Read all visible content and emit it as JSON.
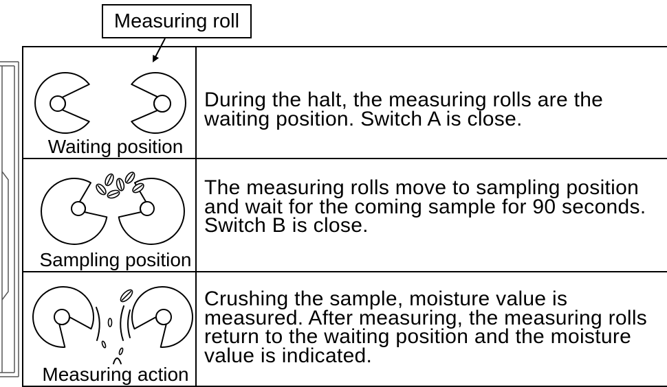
{
  "callout": {
    "label": "Measuring roll"
  },
  "rows": [
    {
      "caption": "Waiting position",
      "description_lines": [
        "During the halt, the measuring rolls are the",
        "waiting position. Switch A is close."
      ]
    },
    {
      "caption": "Sampling position",
      "description_lines": [
        "The measuring rolls move to sampling position",
        "and wait for the coming sample for 90 seconds.",
        "Switch B is close."
      ]
    },
    {
      "caption": "Measuring action",
      "description_lines": [
        "Crushing the sample, moisture value is",
        "measured. After measuring, the measuring rolls",
        "return to the waiting position and the moisture",
        "value is indicated."
      ]
    }
  ]
}
